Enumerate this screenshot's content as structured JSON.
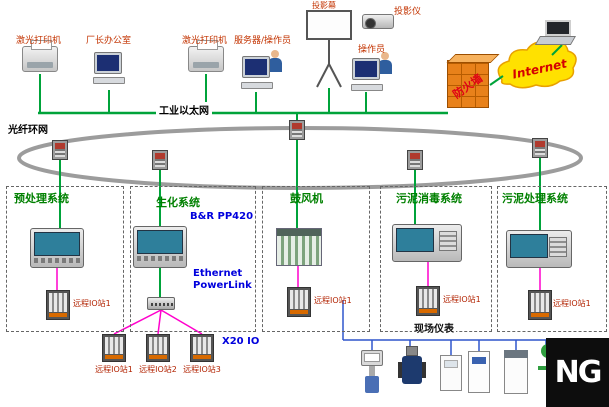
{
  "top": {
    "printer1_label": "激光打印机",
    "office_label": "厂长办公室",
    "printer2_label": "激光打印机",
    "server_label": "服务器/操作员",
    "screen_label": "投影幕",
    "projector_label": "投影仪",
    "operator_label": "操作员",
    "firewall_label": "防火墙",
    "internet_label": "Internet"
  },
  "network": {
    "ethernet_label": "工业以太网",
    "ring_label": "光纤环网"
  },
  "systems": [
    {
      "title": "预处理系统",
      "io": [
        "远程IO站1"
      ]
    },
    {
      "title": "生化系统",
      "panel": "B&R PP420",
      "link": "Ethernet PowerLink",
      "bus": "X20 IO",
      "io": [
        "远程IO站1",
        "远程IO站2",
        "远程IO站3"
      ]
    },
    {
      "title": "鼓风机",
      "io": [
        "远程IO站1"
      ]
    },
    {
      "title": "污泥消毒系统",
      "io": [
        "远程IO站1"
      ]
    },
    {
      "title": "污泥处理系统",
      "io": [
        "远程IO站1"
      ]
    }
  ],
  "field": {
    "label": "现场仪表"
  },
  "watermark": "NG",
  "colors": {
    "ethernet_line": "#00a33a",
    "io_line": "#ff00cc",
    "field_line": "#2f55cc",
    "ring": "#9c9c9c",
    "system_title": "#008000",
    "device_label": "#c33300",
    "tech_label": "#0000dd"
  }
}
